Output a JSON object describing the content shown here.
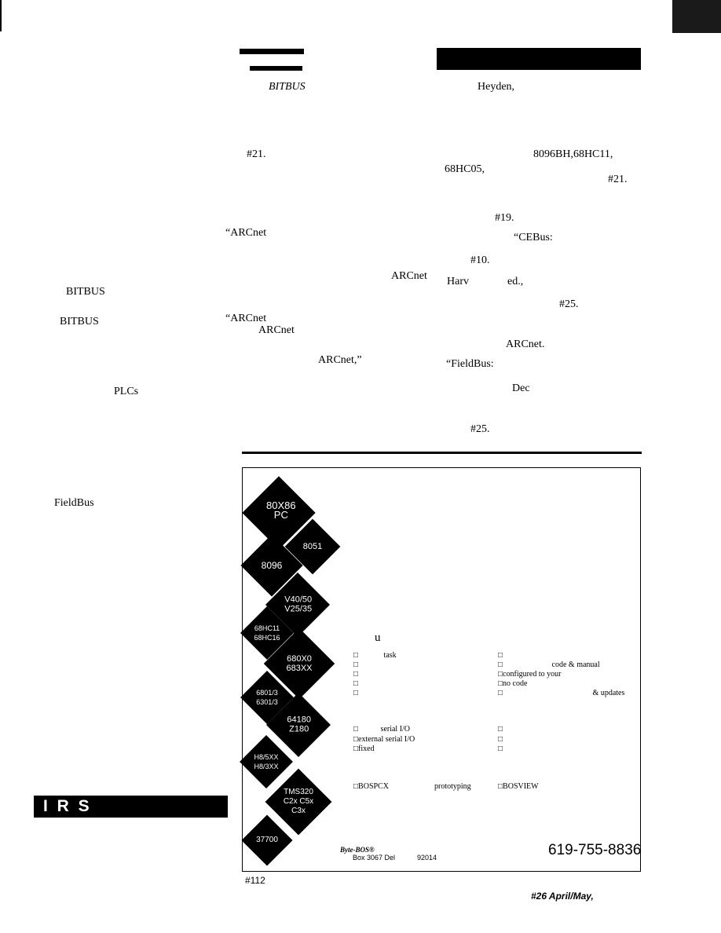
{
  "header": {
    "bitbus_1": "BITBUS",
    "heyden": "Heyden,",
    "ref_21a": "#21.",
    "chips_line": "8096BH,68HC11,",
    "hc05": "68HC05,",
    "ref_21b": "#21.",
    "ref_19": "#19.",
    "arcnet_q1": "“ARCnet",
    "cebus_q": "“CEBus:",
    "ref_10": "#10.",
    "arcnet_mid": "ARCnet",
    "harv": "Harv",
    "ed": "ed.,",
    "ref_25a": "#25.",
    "arcnet_q2": "“ARCnet",
    "arcnet_2": "ARCnet",
    "arcnet_dot": "ARCnet.",
    "arcnet_comma": "ARCnet,”",
    "fieldbus_q": "“FieldBus:",
    "dec": "Dec",
    "ref_25b": "#25."
  },
  "left_column": {
    "bitbus_a": "BITBUS",
    "bitbus_b": "BITBUS",
    "plcs": "PLCs",
    "fieldbus": "FieldBus",
    "irs": "I R S"
  },
  "ad": {
    "chips": [
      "80X86 PC",
      "8051",
      "8096",
      "V40/50 V25/35",
      "68HC11 68HC16",
      "680X0 683XX",
      "6801/3 6301/3",
      "64180 Z180",
      "H8/5XX H8/3XX",
      "TMS320 C2x C5x C3x",
      "37700"
    ],
    "u_mark": "u",
    "features_left": [
      "",
      "task",
      "",
      "",
      ""
    ],
    "features_right": [
      "",
      "code &    manual",
      "configured to your",
      "no                code",
      "& updates"
    ],
    "io_left": [
      "serial I/O",
      "external serial I/O",
      "fixed"
    ],
    "io_right": [
      "",
      "",
      ""
    ],
    "bospcx": "BOSPCX",
    "prototyping": "prototyping",
    "bosview": "BOSVIEW",
    "brand": "Byte-BOS®",
    "address": "Box 3067 Del",
    "zip": "92014",
    "phone": "619-755-8836"
  },
  "footer": {
    "reader_service": "#112",
    "issue": "#26 April/May,"
  }
}
